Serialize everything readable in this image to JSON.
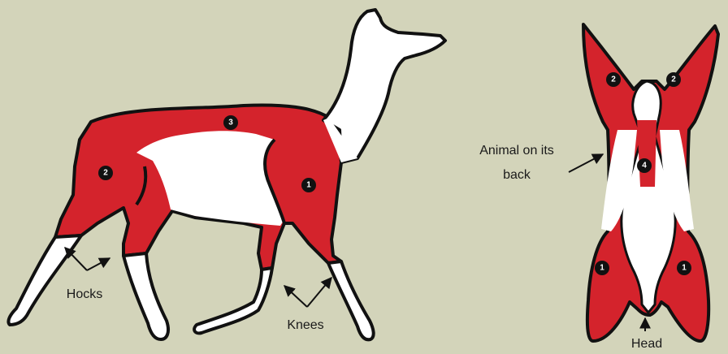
{
  "colors": {
    "background": "#d3d4ba",
    "cut": "#d4232c",
    "white": "#ffffff",
    "outline": "#111111"
  },
  "side_view": {
    "markers": [
      "1",
      "2",
      "3"
    ],
    "labels": {
      "hocks": "Hocks",
      "knees": "Knees"
    }
  },
  "top_view": {
    "markers": [
      "2",
      "2",
      "4",
      "1",
      "1"
    ],
    "labels": {
      "animal_on_back_line1": "Animal on its",
      "animal_on_back_line2": "back",
      "head": "Head"
    }
  }
}
